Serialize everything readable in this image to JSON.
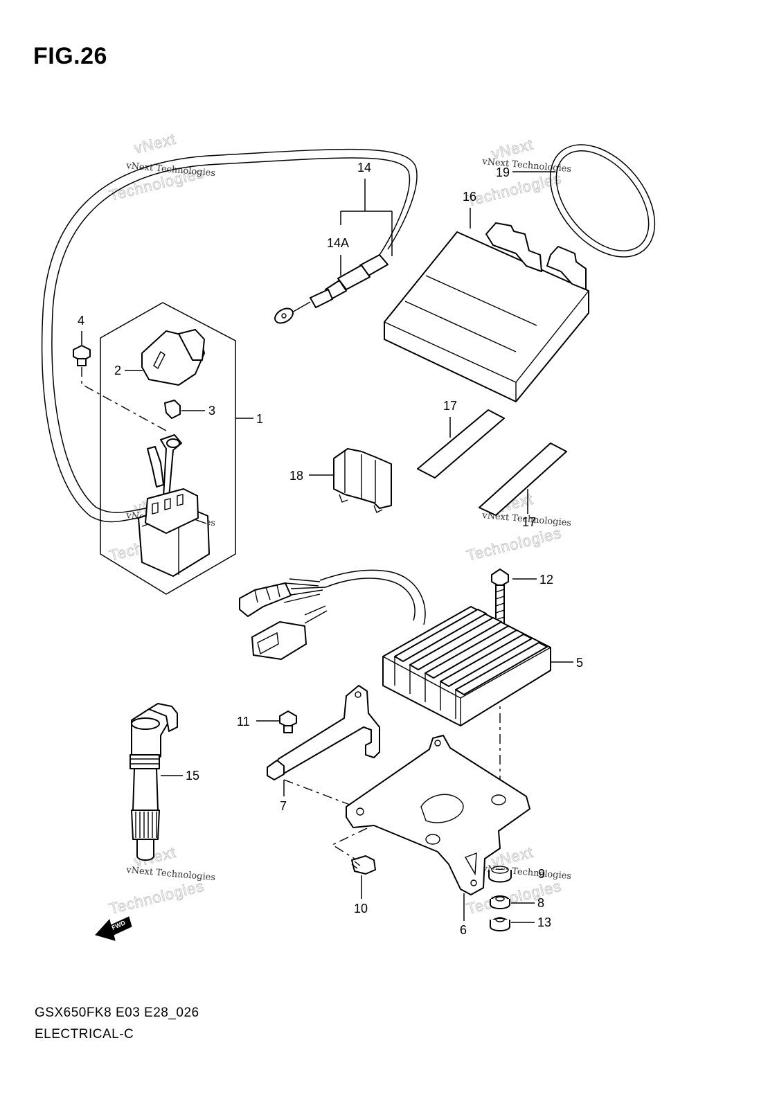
{
  "figure": {
    "title": "FIG.26"
  },
  "footer": {
    "model": "GSX650FK8 E03 E28_026",
    "section": "ELECTRICAL-C"
  },
  "watermark": {
    "line1": "vNext Technologies",
    "line2": "vNext",
    "line3": "Technologies"
  },
  "forward_arrow": {
    "label": "FWD"
  },
  "callouts": {
    "c1": "1",
    "c2": "2",
    "c3": "3",
    "c4": "4",
    "c5": "5",
    "c6": "6",
    "c7": "7",
    "c8": "8",
    "c9": "9",
    "c10": "10",
    "c11": "11",
    "c12": "12",
    "c13": "13",
    "c14": "14",
    "c14a": "14A",
    "c15": "15",
    "c16": "16",
    "c17a": "17",
    "c17b": "17",
    "c18": "18",
    "c19": "19"
  }
}
